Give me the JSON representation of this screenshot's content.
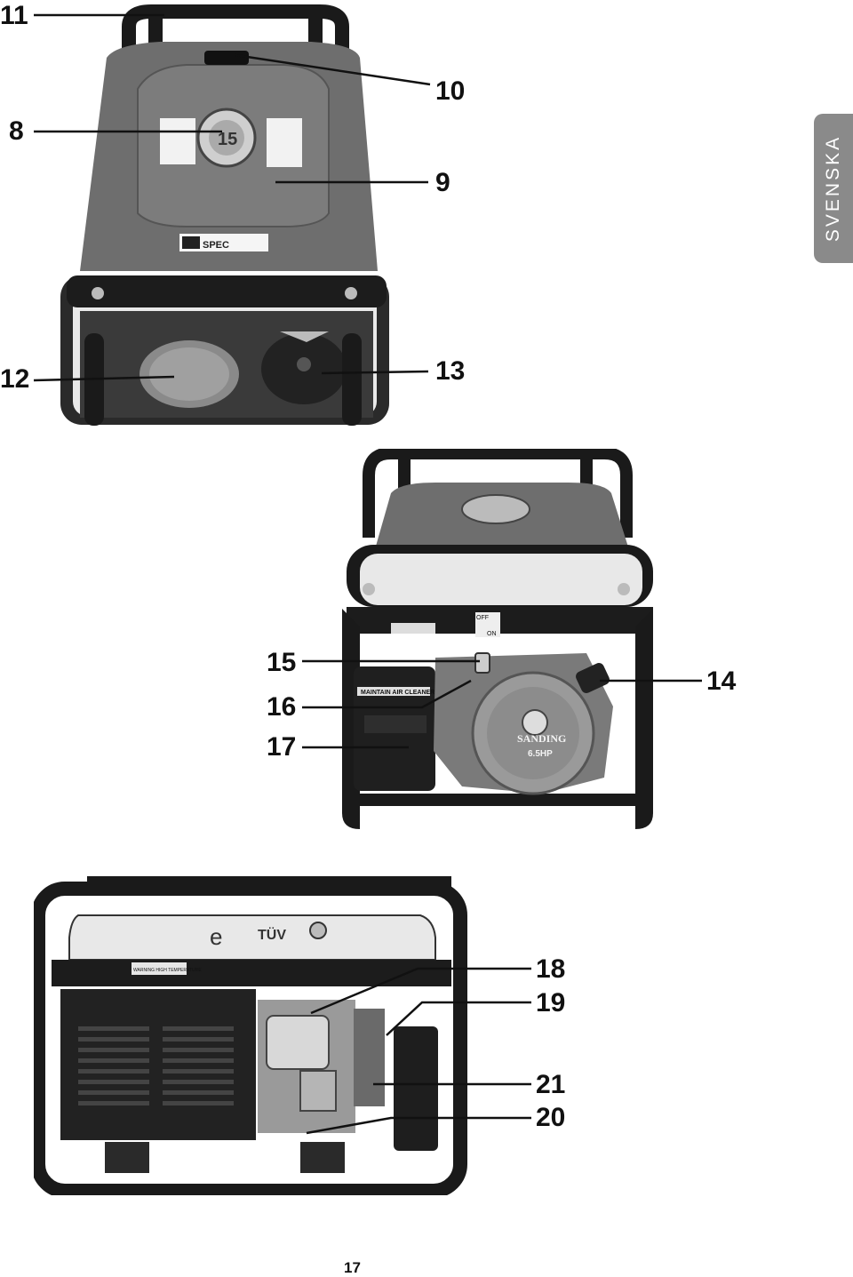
{
  "language_tab": "SVENSKA",
  "page_number": "17",
  "figure1": {
    "callouts": {
      "c11": "11",
      "c10": "10",
      "c8": "8",
      "c9": "9",
      "c12": "12",
      "c13": "13"
    },
    "brand_label": "SPEC",
    "fuel_cap_number": "15"
  },
  "figure2": {
    "callouts": {
      "c15": "15",
      "c16": "16",
      "c17": "17",
      "c14": "14"
    },
    "air_cleaner_label": "MAINTAIN AIR CLEANER",
    "engine_brand": "SANDING",
    "engine_power": "6.5HP",
    "switch_off": "OFF",
    "switch_on": "ON"
  },
  "figure3": {
    "callouts": {
      "c18": "18",
      "c19": "19",
      "c21": "21",
      "c20": "20"
    },
    "tank_logo": "e",
    "certification": "TÜV",
    "warning_label": "WARNING HIGH TEMPERATURE"
  },
  "colors": {
    "frame": "#1a1a1a",
    "tank": "#6e6e6e",
    "tab": "#8a8a8a",
    "engine": "#9a9a9a"
  }
}
